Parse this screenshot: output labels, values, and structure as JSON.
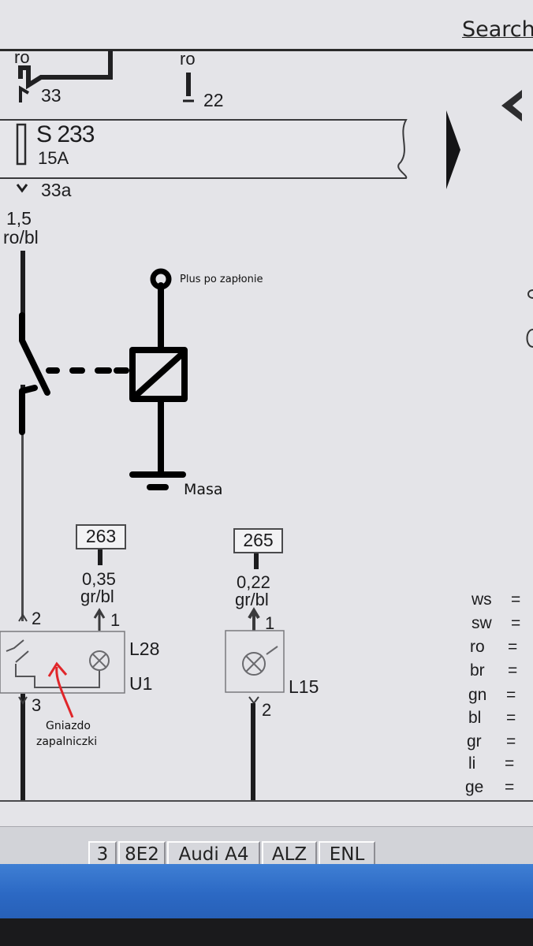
{
  "toolbar": {
    "search_label": "Search"
  },
  "wiring": {
    "top_left_wire_color": "ro",
    "top_left_terminal": "33",
    "top_mid_wire_color": "ro",
    "top_mid_terminal": "22",
    "fuse_name": "S 233",
    "fuse_rating": "15A",
    "fuse_out_terminal": "33a",
    "main_wire_size": "1,5",
    "main_wire_color": "ro/bl",
    "conn_left_id": "263",
    "conn_left_wire_size": "0,35",
    "conn_left_wire_color": "gr/bl",
    "conn_left_pin": "1",
    "conn_right_id": "265",
    "conn_right_wire_size": "0,22",
    "conn_right_wire_color": "gr/bl",
    "conn_right_pin": "1",
    "lighter_pin_top": "2",
    "lighter_pin_bottom": "3",
    "lamp_l28": "L28",
    "lighter_u1": "U1",
    "lamp_l15": "L15",
    "lamp_l15_pin_bottom": "2"
  },
  "annotations": {
    "relay_supply": "Plus po zapłonie",
    "ground": "Masa",
    "lighter_socket_line1": "Gniazdo",
    "lighter_socket_line2": "zapalniczki"
  },
  "legend": [
    {
      "code": "ws",
      "sep": "="
    },
    {
      "code": "sw",
      "sep": "="
    },
    {
      "code": "ro",
      "sep": "="
    },
    {
      "code": "br",
      "sep": "="
    },
    {
      "code": "gn",
      "sep": "="
    },
    {
      "code": "bl",
      "sep": "="
    },
    {
      "code": "gr",
      "sep": "="
    },
    {
      "code": "li",
      "sep": "="
    },
    {
      "code": "ge",
      "sep": "="
    }
  ],
  "status_bar": [
    "3",
    "8E2",
    "Audi A4",
    "ALZ",
    "ENL"
  ],
  "colors": {
    "screen": "#e4e4e8",
    "ink": "#1c1c1e",
    "annotation_red": "#e0262a",
    "taskbar": "#2c69c4"
  }
}
